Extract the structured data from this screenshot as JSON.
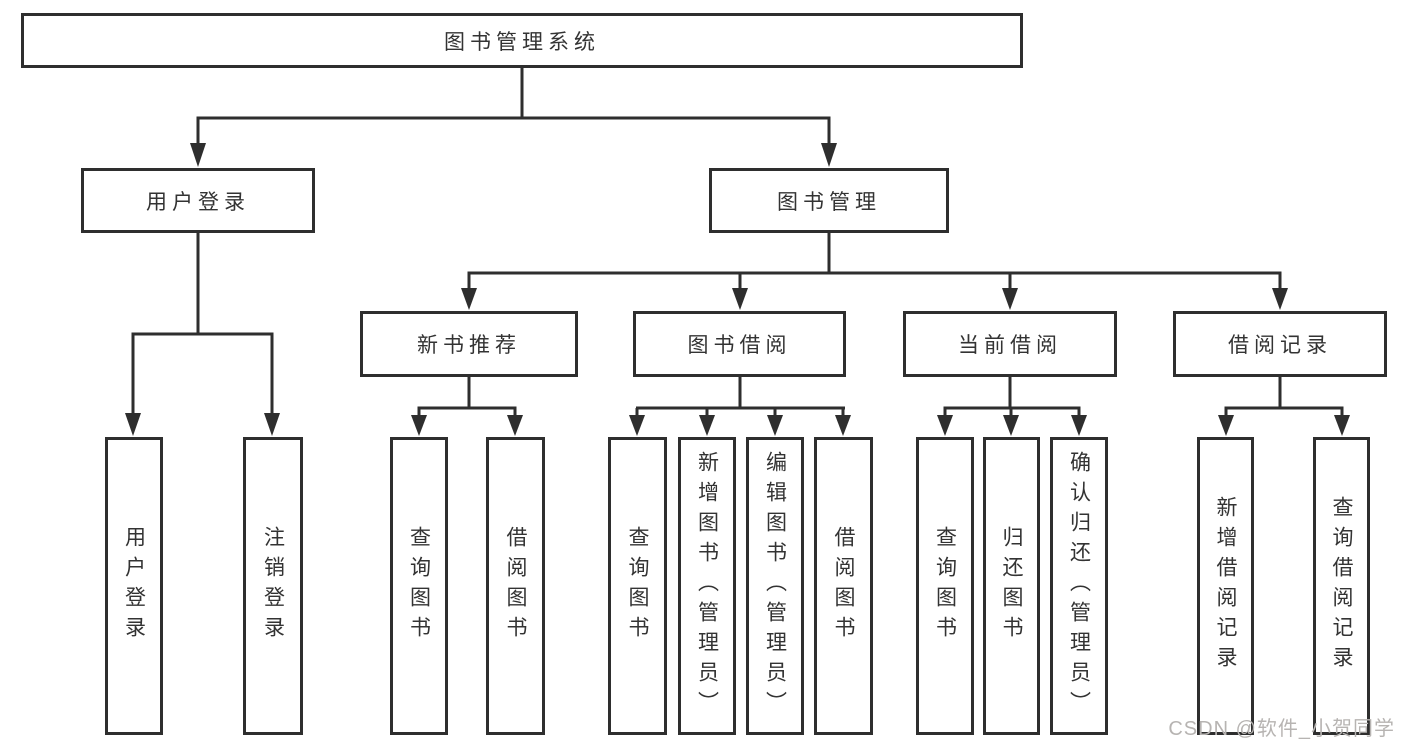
{
  "tree": {
    "label": "图书管理系统",
    "children": [
      {
        "label": "用户登录",
        "children": [
          {
            "label": "用户登录"
          },
          {
            "label": "注销登录"
          }
        ]
      },
      {
        "label": "图书管理",
        "children": [
          {
            "label": "新书推荐",
            "children": [
              {
                "label": "查询图书"
              },
              {
                "label": "借阅图书"
              }
            ]
          },
          {
            "label": "图书借阅",
            "children": [
              {
                "label": "查询图书"
              },
              {
                "label": "新增图书（管理员）"
              },
              {
                "label": "编辑图书（管理员）"
              },
              {
                "label": "借阅图书"
              }
            ]
          },
          {
            "label": "当前借阅",
            "children": [
              {
                "label": "查询图书"
              },
              {
                "label": "归还图书"
              },
              {
                "label": "确认归还（管理员）"
              }
            ]
          },
          {
            "label": "借阅记录",
            "children": [
              {
                "label": "新增借阅记录"
              },
              {
                "label": "查询借阅记录"
              }
            ]
          }
        ]
      }
    ]
  },
  "watermark": {
    "text": "CSDN @软件_小贺同学"
  },
  "colors": {
    "line": "#2e2e2e",
    "text": "#333333",
    "watermark": "#b7b4b2",
    "background": "#ffffff"
  }
}
